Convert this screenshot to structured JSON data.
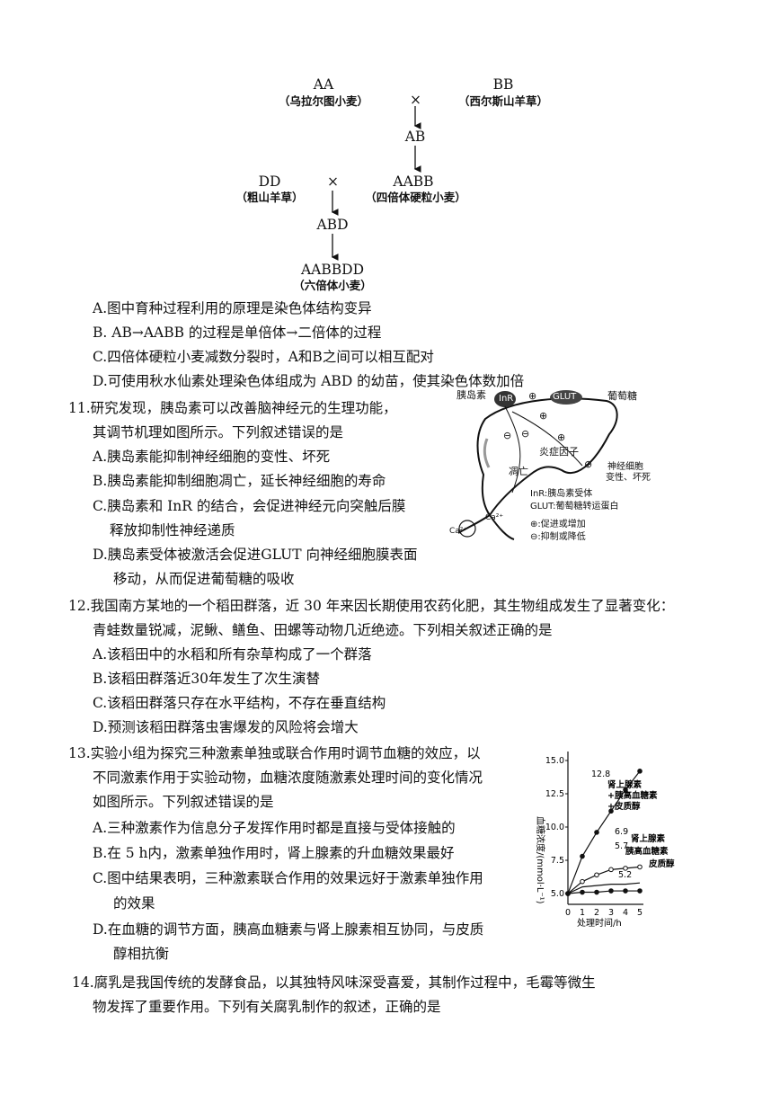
{
  "cross": {
    "aa": "AA",
    "aa_name": "（乌拉尔图小麦）",
    "bb": "BB",
    "bb_name": "（西尔斯山羊草）",
    "times1": "×",
    "ab": "AB",
    "dd": "DD",
    "dd_name": "（粗山羊草）",
    "times2": "×",
    "aabb": "AABB",
    "aabb_name": "（四倍体硬粒小麦）",
    "abd": "ABD",
    "aabbdd": "AABBDD",
    "aabbdd_name": "（六倍体小麦）"
  },
  "q10": {
    "a": "A.图中育种过程利用的原理是染色体结构变异",
    "b": "B. AB→AABB 的过程是单倍体→二倍体的过程",
    "c": "C.四倍体硬粒小麦减数分裂时，A和B之间可以相互配对",
    "d": "D.可使用秋水仙素处理染色体组成为 ABD 的幼苗，使其染色体数加倍"
  },
  "q11": {
    "stem1": "11.研究发现，胰岛素可以改善脑神经元的生理功能，",
    "stem2": "其调节机理如图所示。下列叙述错误的是",
    "a": "A.胰岛素能抑制神经细胞的变性、坏死",
    "b": "B.胰岛素能抑制细胞凋亡，延长神经细胞的寿命",
    "c1": "C.胰岛素和  InR  的结合，会促进神经元向突触后膜",
    "c2": "释放抑制性神经递质",
    "d1": "D.胰岛素受体被激活会促进GLUT  向神经细胞膜表面",
    "d2": "移动，从而促进葡萄糖的吸收",
    "figure": {
      "insulin": "胰岛素",
      "inr": "InR",
      "glut": "GLUT",
      "glucose": "葡萄糖",
      "plus": "⊕",
      "minus": "⊖",
      "inflam": "炎症因子",
      "apop": "凋亡",
      "nerve1": "神经细胞",
      "nerve2": "变性、坏死",
      "ca1": "Ca²⁺",
      "ca2": "Ca²⁺",
      "legend1": "InR:胰岛素受体",
      "legend2": "GLUT:葡萄糖转运蛋白",
      "legend3": "⊕:促进或增加",
      "legend4": "⊖:抑制或降低"
    }
  },
  "q12": {
    "stem1": "12.我国南方某地的一个稻田群落，近  30 年来因长期使用农药化肥，其生物组成发生了显著变化：",
    "stem2": "青蛙数量锐减，泥鳅、鳝鱼、田螺等动物几近绝迹。下列相关叙述正确的是",
    "a": "A.该稻田中的水稻和所有杂草构成了一个群落",
    "b": "B.该稻田群落近30年发生了次生演替",
    "c": "C.该稻田群落只存在水平结构，不存在垂直结构",
    "d": "D.预测该稻田群落虫害爆发的风险将会增大"
  },
  "q13": {
    "stem1": "13.实验小组为探究三种激素单独或联合作用时调节血糖的效应，以",
    "stem2": "不同激素作用于实验动物，血糖浓度随激素处理时间的变化情况",
    "stem3": "如图所示。下列叙述错误的是",
    "a": "A.三种激素作为信息分子发挥作用时都是直接与受体接触的",
    "b": "B.在 5 h内，激素单独作用时，肾上腺素的升血糖效果最好",
    "c1": "C.图中结果表明，三种激素联合作用的效果远好于激素单独作用",
    "c2": "的效果",
    "d1": "D.在血糖的调节方面，胰高血糖素与肾上腺素相互协同，与皮质",
    "d2": "醇相抗衡"
  },
  "q14": {
    "stem1": "14.腐乳是我国传统的发酵食品，以其独特风味深受喜爱，其制作过程中，毛霉等微生",
    "stem2": "物发挥了重要作用。下列有关腐乳制作的叙述，正确的是"
  },
  "chart_data": {
    "type": "line",
    "ylabel": "血糖浓度/(mmol·L⁻¹)",
    "xlabel": "处理时间/h",
    "x": [
      0,
      1,
      2,
      3,
      4,
      5
    ],
    "xticks": [
      "0",
      "1",
      "2",
      "3",
      "4",
      "5"
    ],
    "yticks": [
      "5.0",
      "7.5",
      "10.0",
      "12.5",
      "15.0"
    ],
    "ylim": [
      5.0,
      15.0
    ],
    "series": [
      {
        "name": "肾上腺素+胰高血糖素+皮质醇",
        "values": [
          5.0,
          7.8,
          9.6,
          11.2,
          12.8,
          14.2
        ],
        "label": "12.8",
        "marker": "filled"
      },
      {
        "name": "肾上腺素",
        "values": [
          5.0,
          5.9,
          6.4,
          6.8,
          6.9,
          7.0
        ],
        "label": "6.9",
        "marker": "open"
      },
      {
        "name": "胰高血糖素",
        "values": [
          5.0,
          5.5,
          5.6,
          5.7,
          5.7,
          5.8
        ],
        "label": "5.7",
        "marker": "none"
      },
      {
        "name": "皮质醇",
        "values": [
          5.0,
          5.1,
          5.1,
          5.2,
          5.2,
          5.2
        ],
        "label": "5.2",
        "marker": "filled"
      }
    ],
    "series_labels": {
      "combined1": "肾上腺素",
      "combined2": "+胰高血糖素",
      "combined3": "+皮质醇",
      "epi": "肾上腺素",
      "glucagon": "胰高血糖素",
      "cortisol": "皮质醇"
    }
  }
}
